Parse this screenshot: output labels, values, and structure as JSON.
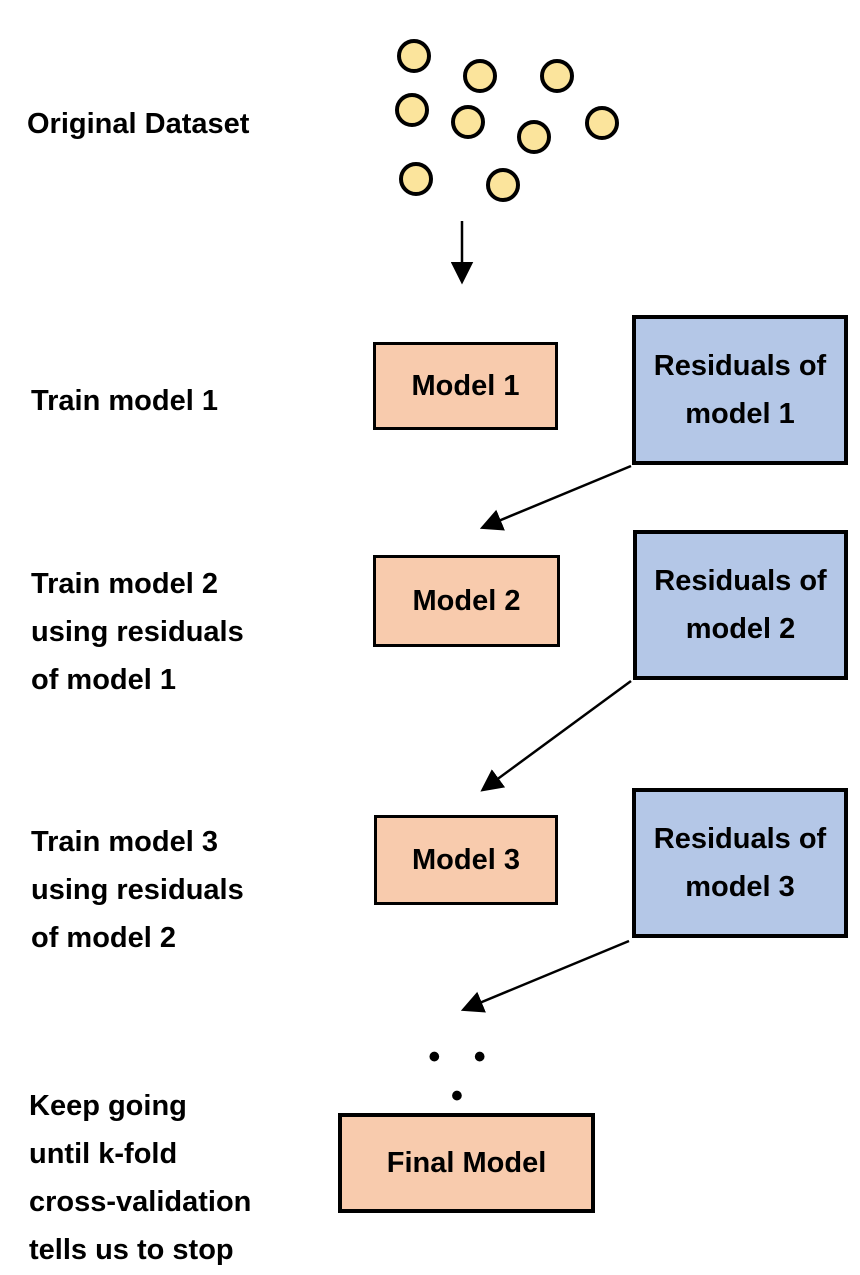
{
  "diagram": {
    "dataset_label": "Original Dataset",
    "steps": [
      {
        "label": "Train model 1",
        "model": "Model 1",
        "residual": "Residuals of\nmodel 1"
      },
      {
        "label": "Train model 2\nusing residuals\nof model 1",
        "model": "Model 2",
        "residual": "Residuals of\nmodel 2"
      },
      {
        "label": "Train model 3\nusing residuals\nof model 2",
        "model": "Model 3",
        "residual": "Residuals of\nmodel 3"
      }
    ],
    "ellipsis": "•  •  •",
    "final": {
      "label": "Keep going\nuntil k-fold\ncross-validation\ntells us to stop",
      "box": "Final Model"
    },
    "colors": {
      "model_box_fill": "#F8CBAD",
      "residual_box_fill": "#B4C7E7",
      "data_point_fill": "#FBE49C",
      "stroke": "#000000"
    }
  }
}
